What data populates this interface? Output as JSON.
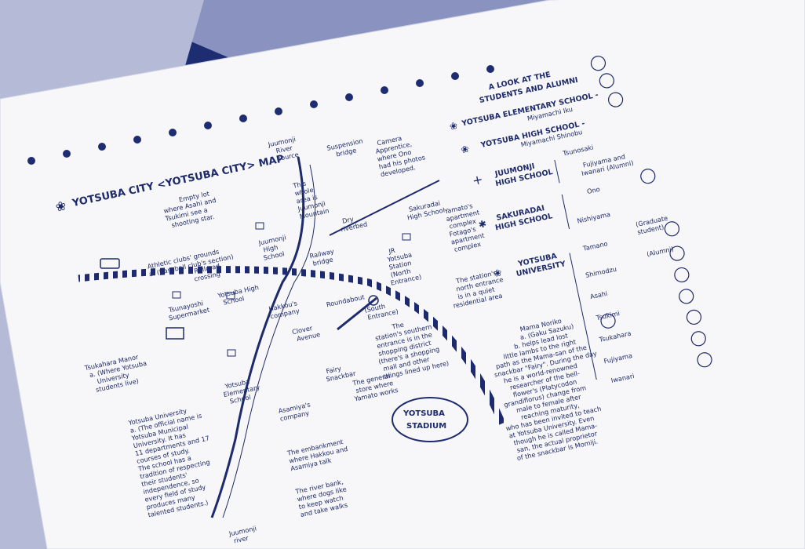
{
  "map": {
    "title": "YOTSUBA CITY <YOTSUBA CITY> MAP",
    "places": [
      {
        "lines": [
          "Juumonji",
          "River",
          "source"
        ]
      },
      {
        "lines": [
          "Suspension",
          "bridge"
        ]
      },
      {
        "lines": [
          "Camera",
          "Apprentice,",
          "where Ono",
          "had his photos",
          "developed."
        ]
      },
      {
        "lines": [
          "Empty lot",
          "where Asahi and",
          "Tsukimi see a",
          "shooting star."
        ]
      },
      {
        "lines": [
          "This",
          "whole",
          "area is",
          "Juumonji",
          "Mountain"
        ]
      },
      {
        "lines": [
          "Athletic clubs' grounds",
          "a. (Baseball club's section)"
        ]
      },
      {
        "lines": [
          "Dry",
          "riverbed"
        ]
      },
      {
        "lines": [
          "Sakuradai",
          "High School"
        ]
      },
      {
        "lines": [
          "Juumonji",
          "High",
          "School"
        ]
      },
      {
        "lines": [
          "Railroad",
          "crossing"
        ]
      },
      {
        "lines": [
          "Railway",
          "bridge"
        ]
      },
      {
        "lines": [
          "Yamato's",
          "apartment",
          "complex",
          "Fotago's",
          "apartment",
          "complex"
        ]
      },
      {
        "lines": [
          "Tsunayoshi",
          "Supermarket"
        ]
      },
      {
        "lines": [
          "Yotsuba High",
          "School"
        ]
      },
      {
        "lines": [
          "JR",
          "Yotsuba",
          "Station",
          "(North",
          "Entrance)"
        ]
      },
      {
        "lines": [
          "Hakkou's",
          "company"
        ]
      },
      {
        "lines": [
          "Roundabout"
        ]
      },
      {
        "lines": [
          "(South",
          "Entrance)"
        ]
      },
      {
        "lines": [
          "The station's",
          "north entrance",
          "is in a quiet",
          "residential area"
        ]
      },
      {
        "lines": [
          "Tsukahara Manor",
          "a. (Where Yotsuba",
          "University",
          "students live)"
        ]
      },
      {
        "lines": [
          "Clover",
          "Avenue"
        ]
      },
      {
        "lines": [
          "The",
          "station's southern",
          "entrance is in the",
          "shopping district",
          "(there's a shopping",
          "mall and other",
          "things lined up here)"
        ]
      },
      {
        "lines": [
          "Yotsuba",
          "Elementary",
          "School"
        ]
      },
      {
        "lines": [
          "Fairy",
          "Snackbar"
        ]
      },
      {
        "lines": [
          "Yotsuba University",
          "a. (The official name is",
          "Yotsuba Municipal",
          "University. It has",
          "11 departments and 17",
          "courses of study.",
          "The school has a",
          "tradition of respecting",
          "their students'",
          "independence, so",
          "every field of study",
          "produces many",
          "talented students.)"
        ]
      },
      {
        "lines": [
          "The general",
          "store where",
          "Yamato works"
        ]
      },
      {
        "lines": [
          "Asamiya's",
          "company"
        ]
      },
      {
        "lines": [
          "The embankment",
          "where Hakkou and",
          "Asamiya talk"
        ]
      },
      {
        "lines": [
          "The river bank,",
          "where dogs like",
          "to keep watch",
          "and take walks"
        ]
      },
      {
        "lines": [
          "Juumonji",
          "river"
        ]
      }
    ],
    "stadium": [
      "YOTSUBA",
      "STADIUM"
    ]
  },
  "alumni": {
    "title_lines": [
      "A LOOK AT THE",
      "STUDENTS AND ALUMNI"
    ],
    "schools": [
      {
        "name": "YOTSUBA ELEMENTARY SCHOOL -",
        "sub": "Miyamachi Iku"
      },
      {
        "name": "YOTSUBA HIGH SCHOOL -",
        "sub": "Miyamachi Shinobu"
      },
      {
        "name_lines": [
          "JUUMONJI",
          "HIGH SCHOOL"
        ],
        "members": [
          "Tsunosaki",
          "Fujiyama and",
          "Iwanari (Alumni)"
        ]
      },
      {
        "name_lines": [
          "SAKURADAI",
          "HIGH SCHOOL"
        ],
        "members": [
          "Ono",
          "Nishiyama"
        ]
      },
      {
        "name_lines": [
          "YOTSUBA",
          "UNIVERSITY"
        ],
        "members": [
          "Tamano",
          "Shimodzu",
          "Asahi",
          "Tsukimi",
          "Tsukahara",
          "Fujiyama",
          "Iwanari"
        ]
      }
    ],
    "graduate_note": [
      "(Graduate",
      "student)"
    ],
    "alumni_note": "(Alumni)",
    "mama": [
      "Mama Noriko",
      "a. (Gaku Sazuku)",
      "b. helps lead lost",
      "little lambs to the right",
      "path as the Mama-san of the",
      "snackbar \"Fairy\". During the day",
      "he is a world-renowned",
      "researcher of the bell-",
      "flower's (Platycodon",
      "grandiflorus) change from",
      "male to female after",
      "reaching maturity,",
      "who has been invited to teach",
      "at Yotsuba University. Even",
      "though he is called Mama-",
      "san, the actual proprietor",
      "of the snackbar is Momiji."
    ]
  },
  "colors": {
    "navy": "#1d2a6e",
    "paper": "#f7f7f9",
    "background": "#1e2c72",
    "light_blue": "#8a93bf"
  }
}
